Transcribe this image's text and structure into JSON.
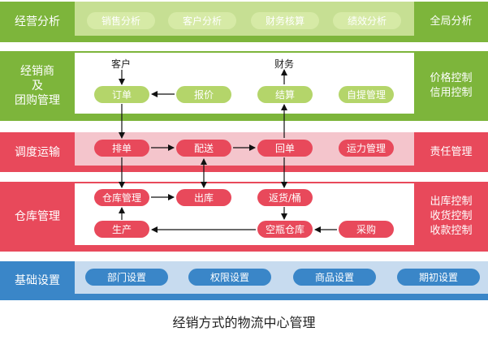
{
  "rows": {
    "analysis": {
      "label": "经营分析",
      "items": [
        "销售分析",
        "客户分析",
        "财务核算",
        "绩效分析"
      ],
      "right": "全局分析"
    },
    "dealer": {
      "label_lines": [
        "经销商",
        "及",
        "团购管理"
      ],
      "top_labels": {
        "customer": "客户",
        "finance": "财务"
      },
      "items": {
        "order": "订单",
        "quote": "报价",
        "settle": "结算",
        "self_pickup": "自提管理"
      },
      "right_lines": [
        "价格控制",
        "信用控制"
      ]
    },
    "dispatch": {
      "label": "调度运输",
      "items": {
        "schedule": "排单",
        "delivery": "配送",
        "receipt": "回单",
        "capacity": "运力管理"
      },
      "right": "责任管理"
    },
    "warehouse": {
      "label": "仓库管理",
      "items": {
        "wh_mgmt": "仓库管理",
        "outbound": "出库",
        "return": "返货/桶",
        "production": "生产",
        "empty_bottle": "空瓶仓库",
        "purchase": "采购"
      },
      "right_lines": [
        "出库控制",
        "收货控制",
        "收款控制"
      ]
    },
    "basic": {
      "label": "基础设置",
      "items": [
        "部门设置",
        "权限设置",
        "商品设置",
        "期初设置"
      ]
    }
  },
  "caption": "经销方式的物流中心管理",
  "colors": {
    "green": "#7db53b",
    "green_light": "#c6df93",
    "red": "#e8495b",
    "red_light": "#f4c5cc",
    "blue": "#3a86c8",
    "blue_light": "#c7dbef"
  }
}
